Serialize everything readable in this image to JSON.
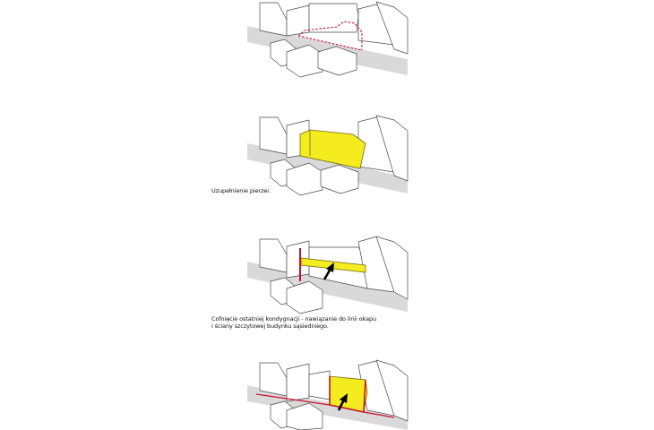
{
  "colors": {
    "highlight": "#f4ec1e",
    "highlight_outline": "#6e6a10",
    "outline_red": "#c8102e",
    "street": "#d9d9d9",
    "lines": "#4a4a4a",
    "arrow": "#000000"
  },
  "panels": [
    {
      "caption_lines": []
    },
    {
      "caption_lines": [
        "Uzupełnienie pierzei."
      ]
    },
    {
      "caption_lines": [
        "Cofnięcie ostatniej kondygnacji - nawiązanie do linii okapu",
        "i ściany szczytowej budynku sąsiedniego."
      ]
    },
    {
      "caption_lines": []
    }
  ],
  "icons": {
    "arrow": "arrow-up-right-icon"
  }
}
